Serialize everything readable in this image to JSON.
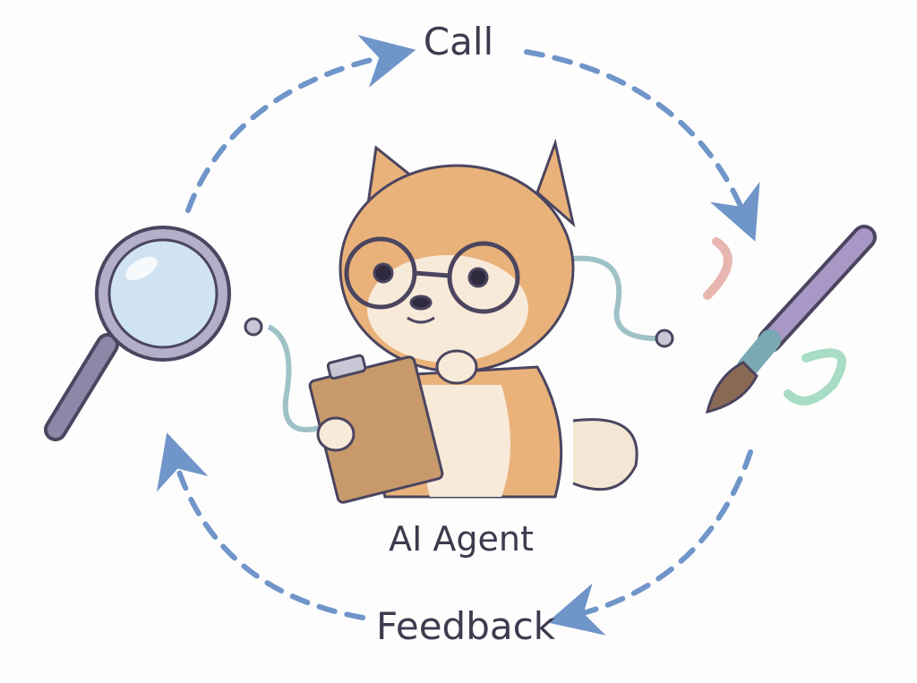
{
  "labels": {
    "call": "Call",
    "agent": "AI Agent",
    "feedback": "Feedback"
  },
  "colors": {
    "arrow": "#6f95c9",
    "text": "#3f3a4e",
    "fur": "#e9b27a",
    "lens": "#cfe3f2",
    "handle": "#8e87a8",
    "brush": "#a998c6"
  }
}
